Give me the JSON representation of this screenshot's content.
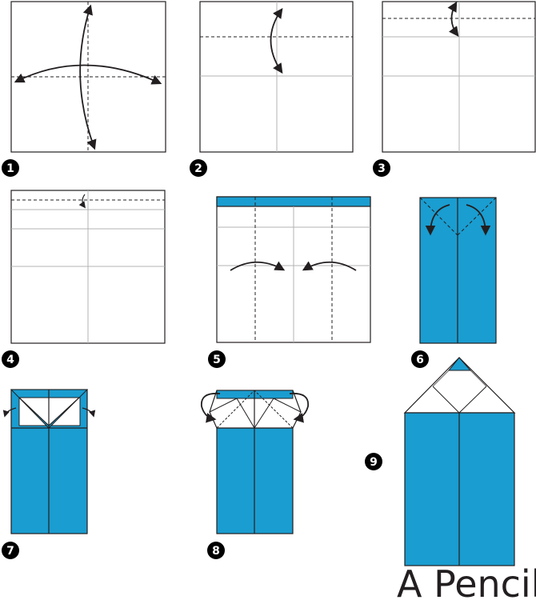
{
  "title": "A Pencil",
  "colors": {
    "paper_blue": "#1a9dd0",
    "line": "#231f20",
    "crease": "#b3b3b3",
    "background": "#ffffff"
  },
  "steps": [
    {
      "number": "1"
    },
    {
      "number": "2"
    },
    {
      "number": "3"
    },
    {
      "number": "4"
    },
    {
      "number": "5"
    },
    {
      "number": "6"
    },
    {
      "number": "7"
    },
    {
      "number": "8"
    },
    {
      "number": "9"
    }
  ]
}
